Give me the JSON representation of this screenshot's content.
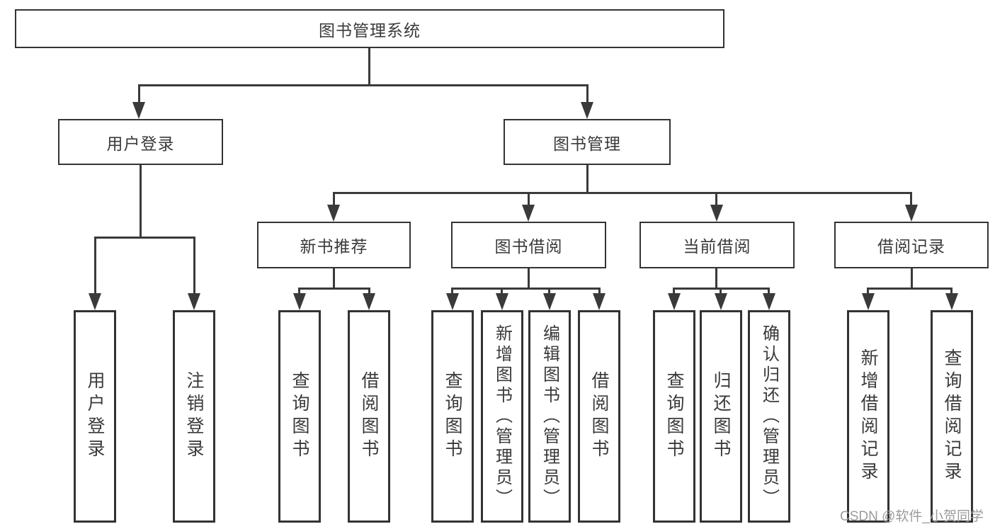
{
  "diagram": {
    "title_node": {
      "label": "图书管理系统"
    },
    "branches": {
      "user_login": {
        "label": "用户登录",
        "children": {
          "login": "用户登录",
          "logout": "注销登录"
        }
      },
      "book_mgmt": {
        "label": "图书管理",
        "sections": {
          "new_books": {
            "label": "新书推荐",
            "children": {
              "query": "查询图书",
              "borrow": "借阅图书"
            }
          },
          "book_borrow": {
            "label": "图书借阅",
            "children": {
              "query": "查询图书",
              "add": "新增图书（管理员）",
              "edit": "编辑图书（管理员）",
              "borrow": "借阅图书"
            }
          },
          "current_borrow": {
            "label": "当前借阅",
            "children": {
              "query": "查询图书",
              "return": "归还图书",
              "confirm": "确认归还（管理员）"
            }
          },
          "borrow_records": {
            "label": "借阅记录",
            "children": {
              "add": "新增借阅记录",
              "query": "查询借阅记录"
            }
          }
        }
      }
    }
  },
  "watermark": {
    "text": "CSDN @软件_小贺同学"
  },
  "colors": {
    "line": "#3a3a3a",
    "border": "#333333",
    "text": "#3a3a3a",
    "background": "#ffffff",
    "watermark": "#9b9b9b"
  }
}
